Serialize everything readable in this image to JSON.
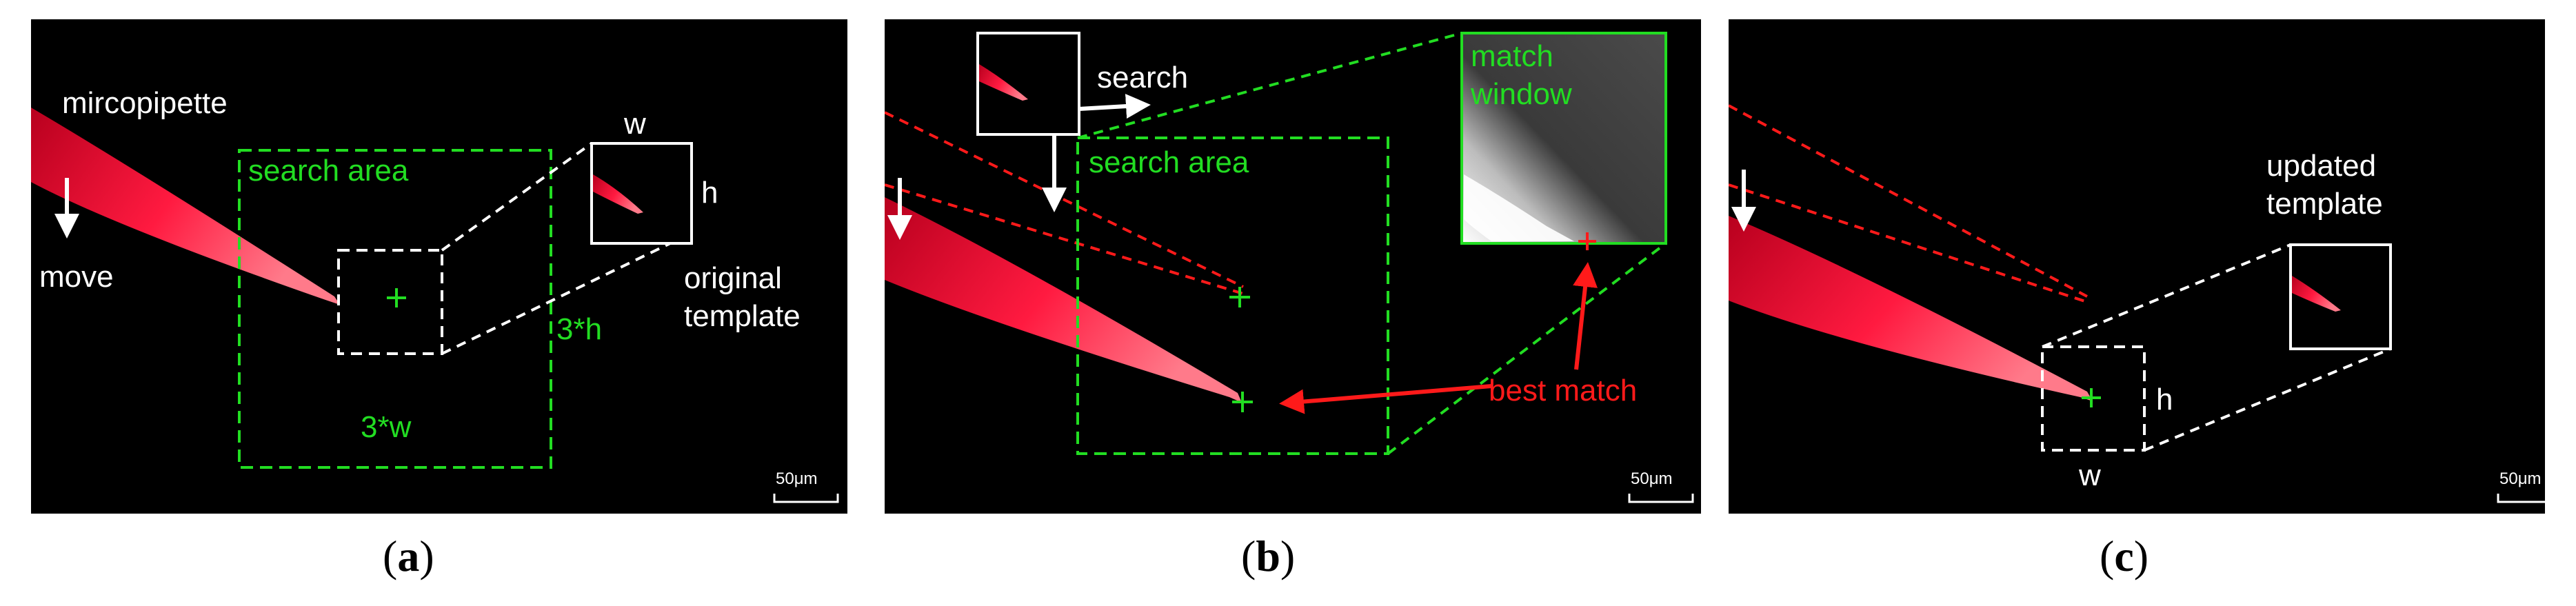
{
  "panels": [
    {
      "caption": "a",
      "labels": {
        "pipette": "mircopipette",
        "move": "move",
        "search_area": "search area",
        "w": "w",
        "h": "h",
        "original_template": "original\ntemplate",
        "three_h": "3*h",
        "three_w": "3*w",
        "scale": "50μm"
      }
    },
    {
      "caption": "b",
      "labels": {
        "search": "search",
        "search_area": "search area",
        "match_window": "match\nwindow",
        "best_match": "best match",
        "scale": "50μm"
      }
    },
    {
      "caption": "c",
      "labels": {
        "updated_template": "updated\ntemplate",
        "h": "h",
        "w": "w",
        "scale": "50μm"
      }
    }
  ],
  "colors": {
    "background": "#000000",
    "pipette": "#ff1a40",
    "green": "#22dd22",
    "red": "#ff1a1a",
    "white": "#ffffff"
  }
}
